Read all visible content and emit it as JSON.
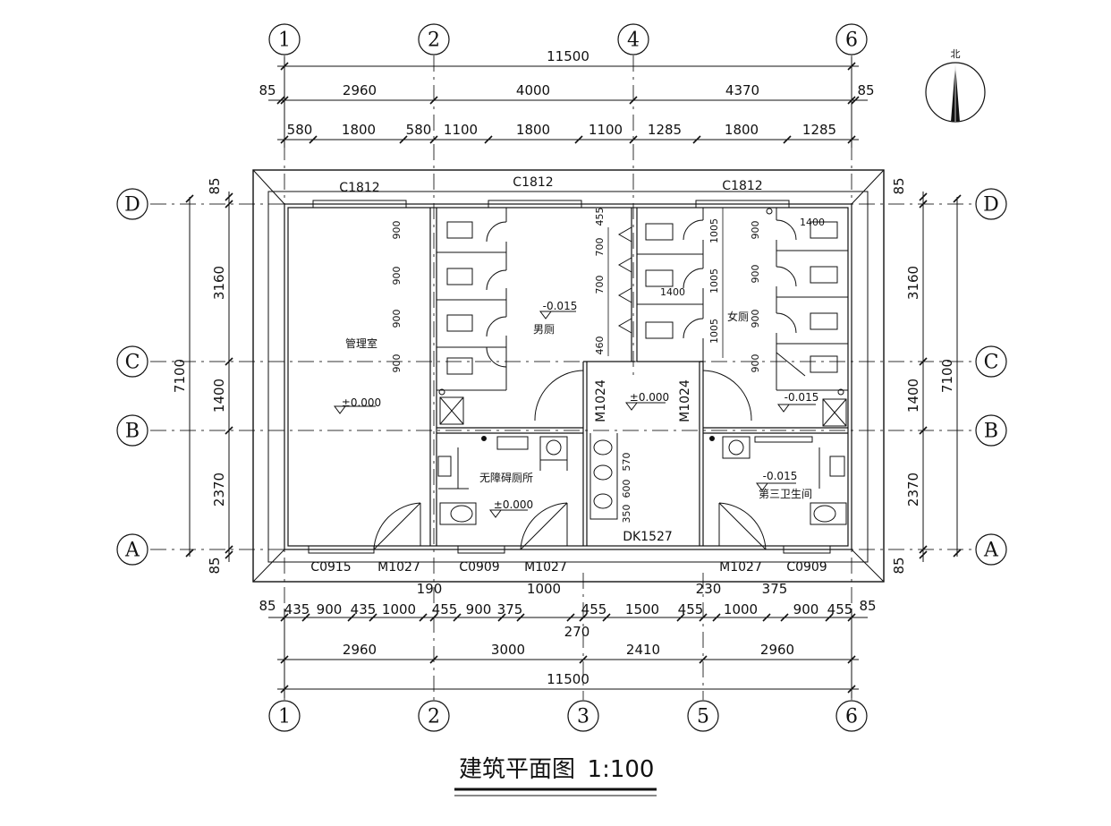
{
  "title": "建筑平面图",
  "scale": "1:100",
  "north_label": "北",
  "grid_axes": {
    "top": [
      "1",
      "2",
      "4",
      "6"
    ],
    "bottom": [
      "1",
      "2",
      "3",
      "5",
      "6"
    ],
    "left": [
      "D",
      "C",
      "B",
      "A"
    ],
    "right": [
      "D",
      "C",
      "B",
      "A"
    ]
  },
  "top_dims": {
    "overall": "11500",
    "edge_left": "85",
    "edge_right": "85",
    "row2": [
      "2960",
      "4000",
      "4370"
    ],
    "row3": [
      "580",
      "1800",
      "580",
      "1100",
      "1800",
      "1100",
      "1285",
      "1800",
      "1285"
    ]
  },
  "bottom_dims": {
    "row1": [
      "435",
      "900",
      "435",
      "1000",
      "455",
      "900",
      "375",
      "455",
      "1500",
      "455",
      "1000",
      "900",
      "455"
    ],
    "edge_left": "85",
    "edge_right": "85",
    "extras": [
      "190",
      "1000",
      "230",
      "375",
      "270"
    ],
    "row2": [
      "2960",
      "3000",
      "2410",
      "2960"
    ],
    "overall": "11500"
  },
  "side_dims": {
    "left": [
      "85",
      "3160",
      "1400",
      "2370",
      "85"
    ],
    "left_total": "7100",
    "right": [
      "85",
      "3160",
      "1400",
      "2370",
      "85"
    ],
    "right_total": "7100"
  },
  "windows": {
    "top": [
      "C1812",
      "C1812",
      "C1812"
    ],
    "bottom": [
      "C0915",
      "C0909",
      "C0909"
    ]
  },
  "doors": [
    "M1027",
    "M1027",
    "M1027",
    "M1024",
    "M1024"
  ],
  "opening": "DK1527",
  "rooms": {
    "management": "管理室",
    "mens": "男厕",
    "womens": "女厕",
    "accessible": "无障碍厕所",
    "family": "第三卫生间"
  },
  "levels": {
    "management": "±0.000",
    "mens": "-0.015",
    "lobby": "±0.000",
    "womens": "-0.015",
    "accessible": "±0.000",
    "family": "-0.015"
  },
  "stall_dims": {
    "left_stalls": [
      "900",
      "900",
      "900",
      "900"
    ],
    "urinals": [
      "455",
      "700",
      "700",
      "460"
    ],
    "mid_stalls": [
      "1005",
      "1005",
      "1005"
    ],
    "mid_width": "1400",
    "right_stalls": [
      "900",
      "900",
      "900",
      "900"
    ],
    "right_width": "1400",
    "basins": [
      "570",
      "600",
      "350"
    ]
  }
}
